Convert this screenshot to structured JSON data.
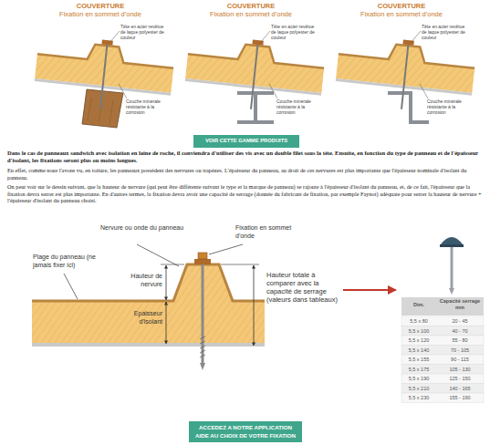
{
  "diagram": {
    "nodes": [
      {
        "text": [
          "VOIR CETTE GAMME PRODUITS"
        ]
      },
      {
        "text": [
          "ACCEDEZ A NOTRE APPLICATION AIDE AU CHOIX DE VOTRE FIXATION"
        ]
      }
    ],
    "labels": [
      "COUVERTURE",
      "Fixation en sommet d'onde",
      "Tête en acier revêtue de laque polyester de couleur",
      "Couche minérale résistante à la corrosion",
      "COUVERTURE",
      "Fixation en sommet d'onde",
      "Tête en acier revêtue de laque polyester de couleur",
      "Couche minérale résistante à la corrosion",
      "COUVERTURE",
      "Fixation en sommet d'onde",
      "Tête en acier revêtue de laque polyester de couleur",
      "Couche minérale résistante à la corrosion",
      "Dans le cas de panneaux sandwich avec isolation en laine de roche, il conviendra d'utiliser des vis avec un double filet sous la tête. Ensuite, en fonction du type de panneau et de l'épaisseur d'isolant, les fixations seront plus ou moins longues.",
      "En effet, comme nous l'avons vu, en toiture, les panneaux possèdent des nervures ou trapèzes. L'épaisseur du panneau, au droit de ces nervures est plus importante que l'épaisseur nominale d'isolant du panneau.",
      "On peut voir sur le dessin suivant, que la hauteur de nervure (qui peut être différente suivant le type et la marque de panneau) se rajoute à l'épaisseur d'isolant du panneau, et, de ce fait, l'épaisseur que la fixation devra serrer est plus importante. En d'autres termes, la fixation devra avoir une capacité de serrage (donnée du fabricant de fixation, par exemple Faynot) adéquate pour serrer la hauteur de nervure + l'épaisseur d'isolant du panneau choisi.",
      "Nervure ou onde du panneau",
      "Fixation en sommet d'onde",
      "Plage du panneau (ne jamais fixer ici)",
      "Hauteur de nervure",
      "Epaisseur d'isolant",
      "Hauteur totale à comparer avec la capacité de serrage (valeurs dans tableaux)",
      "Dim.",
      "Capacité serrage mm",
      "5,5 x 80",
      "20 - 45",
      "5,5 x 100",
      "40 - 70",
      "5,5 x 120",
      "55 - 80",
      "5,5 x 140",
      "70 - 105",
      "5,5 x 155",
      "90 - 115",
      "5,5 x 175",
      "105 - 130",
      "5,5 x 190",
      "125 - 150",
      "5,5 x 210",
      "140 - 165",
      "5,5 x 230",
      "155 - 190"
    ]
  }
}
